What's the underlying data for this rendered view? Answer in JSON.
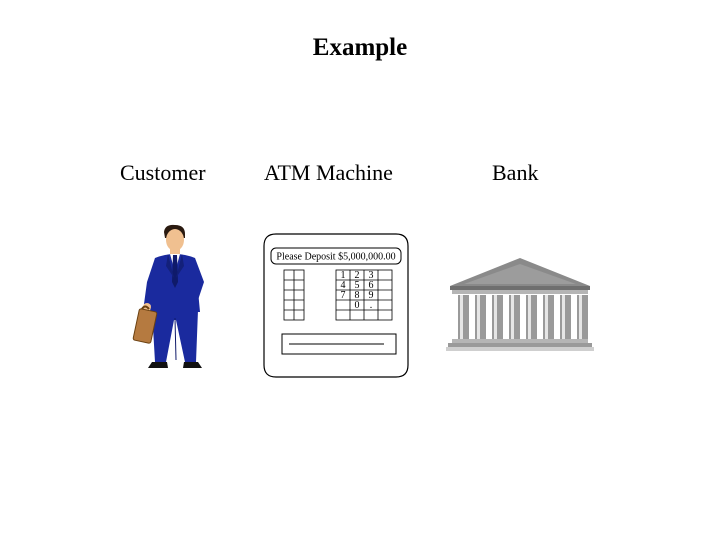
{
  "title": "Example",
  "actors": {
    "customer": {
      "label": "Customer",
      "icon": "businessman-icon"
    },
    "atm": {
      "label": "ATM Machine",
      "icon": "atm-machine-icon"
    },
    "bank": {
      "label": "Bank",
      "icon": "bank-building-icon"
    }
  },
  "atm_screen": {
    "message": "Please Deposit $5,000,000.00",
    "keypad": [
      "1",
      "2",
      "3",
      "4",
      "5",
      "6",
      "7",
      "8",
      "9",
      "",
      "0",
      "."
    ]
  },
  "colors": {
    "suit": "#1a2a9e",
    "bank_roof": "#8a8a8a",
    "bank_columns": "#9a9a9a"
  }
}
